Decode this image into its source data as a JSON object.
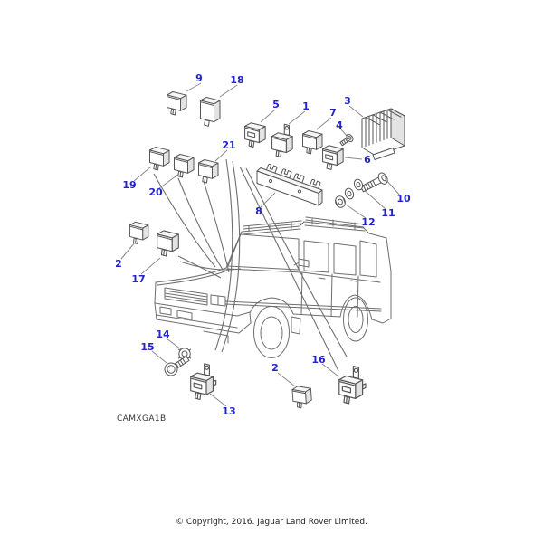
{
  "page": {
    "diagram_code": "CAMXGA1B",
    "footer_copyright": "© Copyright, 2016. Jaguar Land Rover Limited.",
    "callout_color": "#2323cc",
    "drawing_line_color": "#6e6e6e",
    "background_color": "#ffffff",
    "illustration": "Land Rover Discovery relay locations exploded diagram",
    "callouts": [
      {
        "part": "9"
      },
      {
        "part": "18"
      },
      {
        "part": "5"
      },
      {
        "part": "1"
      },
      {
        "part": "7"
      },
      {
        "part": "3"
      },
      {
        "part": "4"
      },
      {
        "part": "21"
      },
      {
        "part": "19"
      },
      {
        "part": "20"
      },
      {
        "part": "6"
      },
      {
        "part": "8"
      },
      {
        "part": "10"
      },
      {
        "part": "11"
      },
      {
        "part": "12"
      },
      {
        "part": "2"
      },
      {
        "part": "17"
      },
      {
        "part": "14"
      },
      {
        "part": "15"
      },
      {
        "part": "13"
      },
      {
        "part": "2"
      },
      {
        "part": "16"
      }
    ]
  }
}
